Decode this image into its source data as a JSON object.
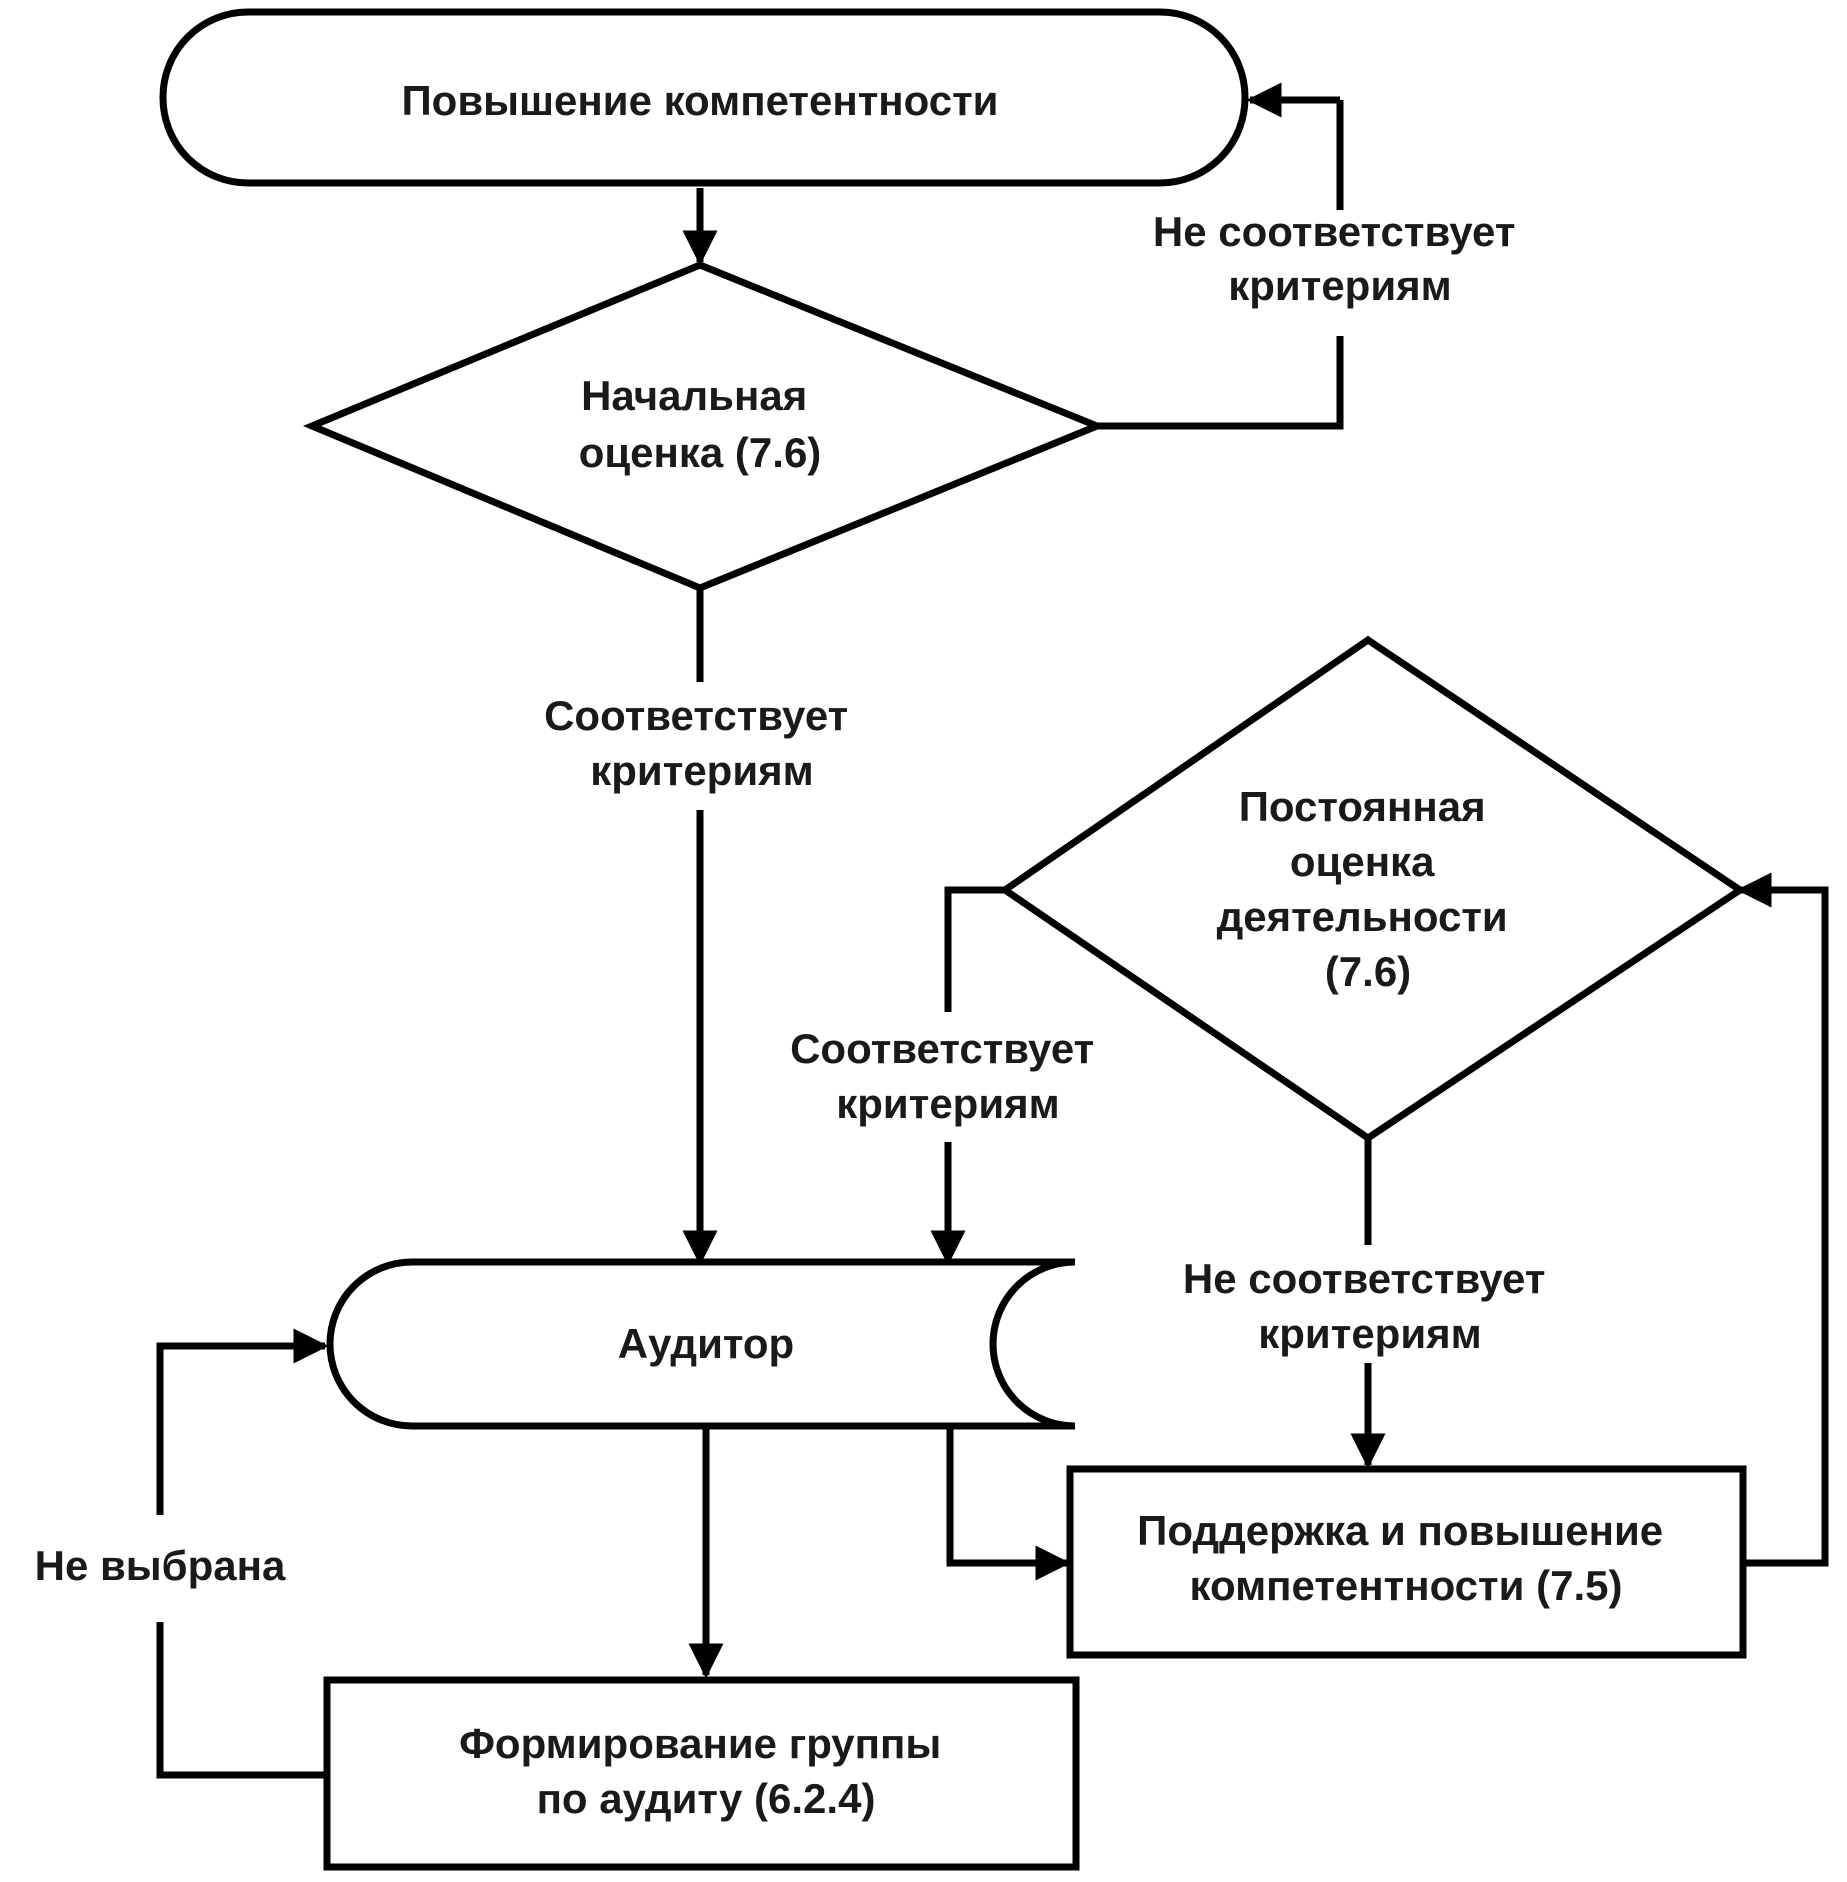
{
  "nodes": {
    "start": {
      "lines": [
        "Повышение компетентности"
      ]
    },
    "initial_eval": {
      "lines": [
        "Начальная",
        "оценка (7.6)"
      ]
    },
    "auditor": {
      "lines": [
        "Аудитор"
      ]
    },
    "ongoing_eval": {
      "lines": [
        "Постоянная",
        "оценка",
        "деятельности",
        "(7.6)"
      ]
    },
    "maintain": {
      "lines": [
        "Поддержка и повышение",
        "компетентности (7.5)"
      ]
    },
    "team": {
      "lines": [
        "Формирование группы",
        "по аудиту (6.2.4)"
      ]
    }
  },
  "edges": {
    "initial_fail": {
      "lines": [
        "Не соответствует",
        "критериям"
      ]
    },
    "initial_pass": {
      "lines": [
        "Соответствует",
        "критериям"
      ]
    },
    "ongoing_pass": {
      "lines": [
        "Соответствует",
        "критериям"
      ]
    },
    "ongoing_fail": {
      "lines": [
        "Не соответствует",
        "критериям"
      ]
    },
    "not_selected": {
      "lines": [
        "Не выбрана"
      ]
    }
  }
}
